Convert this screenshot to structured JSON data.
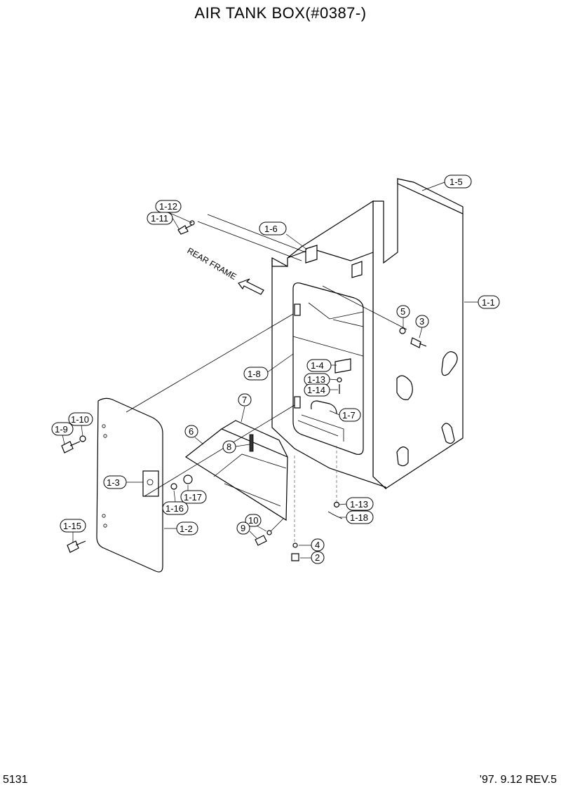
{
  "header": {
    "title": "AIR TANK BOX(#0387-)"
  },
  "footer": {
    "page_number": "5131",
    "revision": "'97. 9.12  REV.5"
  },
  "annotation": {
    "direction_note": "REAR FRAME"
  },
  "callouts": {
    "c1_5": "1-5",
    "c1_12": "1-12",
    "c1_11": "1-11",
    "c1_6": "1-6",
    "c1_1": "1-1",
    "c5": "5",
    "c3": "3",
    "c1_8": "1-8",
    "c1_4": "1-4",
    "c1_13a": "1-13",
    "c1_14": "1-14",
    "c7": "7",
    "c1_7": "1-7",
    "c1_10": "1-10",
    "c1_9": "1-9",
    "c6": "6",
    "c8": "8",
    "c1_3": "1-3",
    "c1_17": "1-17",
    "c1_16": "1-16",
    "c1_13b": "1-13",
    "c1_18": "1-18",
    "c10": "10",
    "c9": "9",
    "c1_15": "1-15",
    "c1_2": "1-2",
    "c4": "4",
    "c2": "2"
  }
}
